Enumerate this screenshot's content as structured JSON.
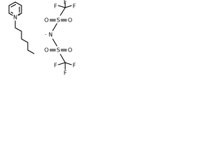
{
  "cation": {
    "ring_atom": "N",
    "ring_charge": "+"
  },
  "anion": {
    "atoms": {
      "nitrogen": "N",
      "sulfur_top": "S",
      "sulfur_bottom": "S",
      "oxygen_top_left": "O",
      "oxygen_top_right": "O",
      "oxygen_bottom_left": "O",
      "oxygen_bottom_right": "O",
      "fluorine_top_1": "F",
      "fluorine_top_2": "F",
      "fluorine_top_3": "F",
      "fluorine_bottom_1": "F",
      "fluorine_bottom_2": "F",
      "fluorine_bottom_3": "F"
    },
    "charge": "-"
  },
  "colors": {
    "ink": "#000000",
    "background": "#ffffff"
  }
}
